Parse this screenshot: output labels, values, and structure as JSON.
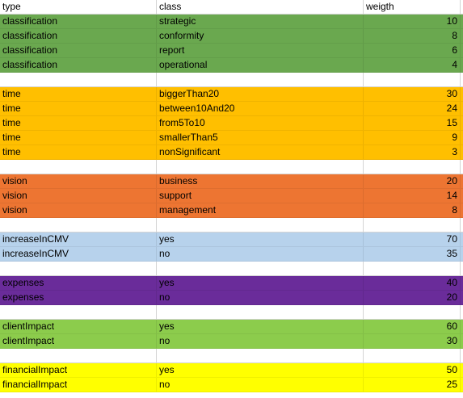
{
  "header": {
    "type": "type",
    "class": "class",
    "weight": "weigth"
  },
  "groups": [
    {
      "color": "#6aa84f",
      "text_color": "#000000",
      "rows": [
        {
          "type": "classification",
          "class": "strategic",
          "weight": "10"
        },
        {
          "type": "classification",
          "class": "conformity",
          "weight": "8"
        },
        {
          "type": "classification",
          "class": "report",
          "weight": "6"
        },
        {
          "type": "classification",
          "class": "operational",
          "weight": "4"
        }
      ]
    },
    {
      "color": "#ffbf00",
      "text_color": "#000000",
      "rows": [
        {
          "type": "time",
          "class": "biggerThan20",
          "weight": "30"
        },
        {
          "type": "time",
          "class": "between10And20",
          "weight": "24"
        },
        {
          "type": "time",
          "class": "from5To10",
          "weight": "15"
        },
        {
          "type": "time",
          "class": "smallerThan5",
          "weight": "9"
        },
        {
          "type": "time",
          "class": "nonSignificant",
          "weight": "3"
        }
      ]
    },
    {
      "color": "#ed7532",
      "text_color": "#000000",
      "rows": [
        {
          "type": "vision",
          "class": "business",
          "weight": "20"
        },
        {
          "type": "vision",
          "class": "support",
          "weight": "14"
        },
        {
          "type": "vision",
          "class": "management",
          "weight": "8"
        }
      ]
    },
    {
      "color": "#b7d2ec",
      "text_color": "#000000",
      "rows": [
        {
          "type": "increaseInCMV",
          "class": "yes",
          "weight": "70"
        },
        {
          "type": "increaseInCMV",
          "class": "no",
          "weight": "35"
        }
      ]
    },
    {
      "color": "#6a2c9a",
      "text_color": "#000000",
      "rows": [
        {
          "type": "expenses",
          "class": "yes",
          "weight": "40"
        },
        {
          "type": "expenses",
          "class": "no",
          "weight": "20"
        }
      ]
    },
    {
      "color": "#8ccc4c",
      "text_color": "#000000",
      "rows": [
        {
          "type": "clientImpact",
          "class": "yes",
          "weight": "60"
        },
        {
          "type": "clientImpact",
          "class": "no",
          "weight": "30"
        }
      ]
    },
    {
      "color": "#ffff00",
      "text_color": "#000000",
      "rows": [
        {
          "type": "financialImpact",
          "class": "yes",
          "weight": "50"
        },
        {
          "type": "financialImpact",
          "class": "no",
          "weight": "25"
        }
      ]
    }
  ]
}
